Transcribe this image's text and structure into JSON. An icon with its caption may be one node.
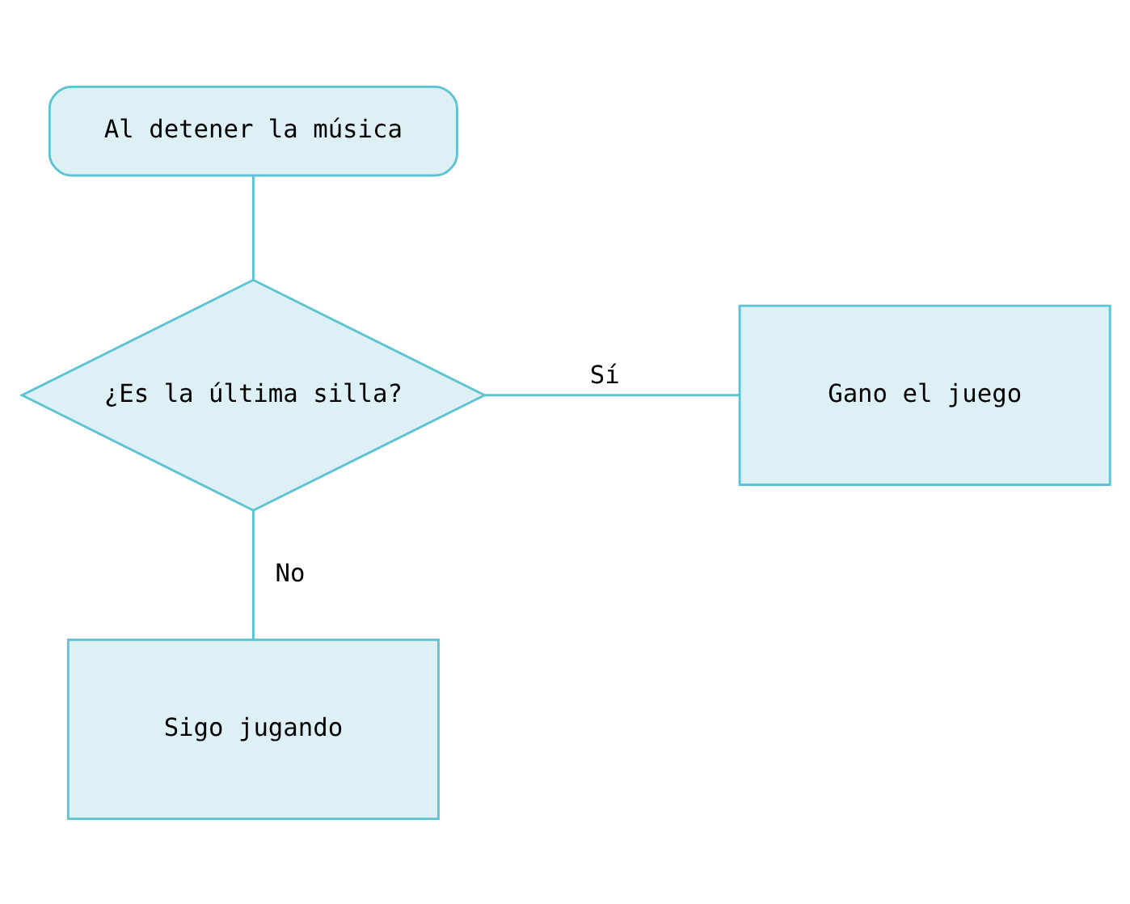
{
  "diagram": {
    "nodes": [
      {
        "text": [
          "Al detener la música"
        ]
      },
      {
        "text": [
          "¿Es la última silla?"
        ]
      },
      {
        "text": [
          "Gano el juego"
        ]
      },
      {
        "text": [
          "Sigo jugando"
        ]
      }
    ],
    "edges": [
      {
        "from": 0,
        "to": 1,
        "arrow": "none"
      },
      {
        "from": 1,
        "to": 2,
        "label": "Sí",
        "arrow": "none"
      },
      {
        "from": 1,
        "to": 3,
        "label": "No",
        "arrow": "none"
      }
    ]
  }
}
